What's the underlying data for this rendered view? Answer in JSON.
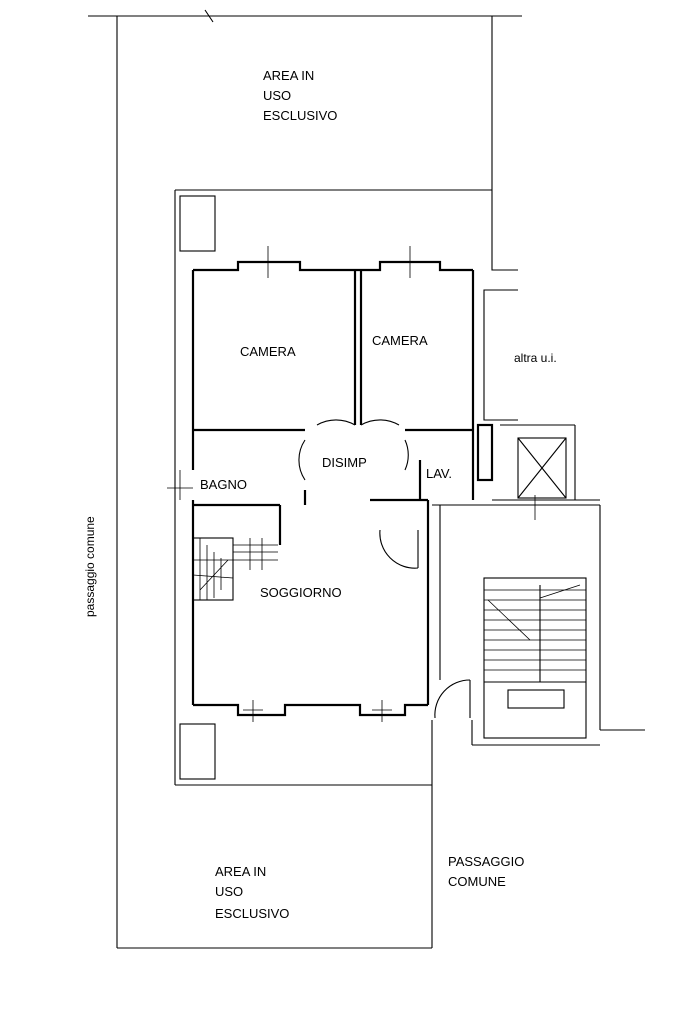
{
  "labels": {
    "area_top": [
      "AREA IN",
      "USO",
      "ESCLUSIVO"
    ],
    "area_bottom": [
      "AREA IN",
      "USO",
      "ESCLUSIVO"
    ],
    "camera_left": "CAMERA",
    "camera_right": "CAMERA",
    "altra_ui": "altra u.i.",
    "disimp": "DISIMP",
    "bagno": "BAGNO",
    "lav": "LAV.",
    "soggiorno": "SOGGIORNO",
    "passaggio_comune_vertical": "passaggio comune",
    "passaggio_comune_right": [
      "PASSAGGIO",
      "COMUNE"
    ]
  }
}
